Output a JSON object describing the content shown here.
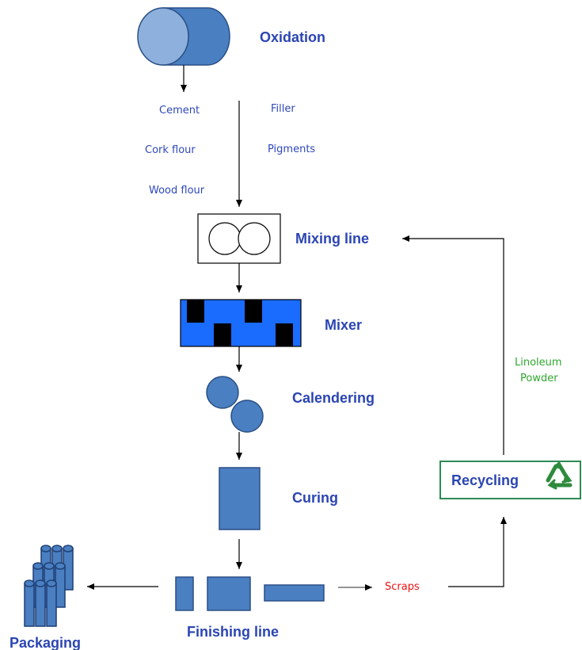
{
  "stages": {
    "oxidation": "Oxidation",
    "mixing_line": "Mixing line",
    "mixer": "Mixer",
    "calendering": "Calendering",
    "curing": "Curing",
    "finishing_line": "Finishing line",
    "packaging": "Packaging",
    "recycling": "Recycling"
  },
  "ingredients": {
    "cement": "Cement",
    "filler": "Filler",
    "cork_flour": "Cork flour",
    "pigments": "Pigments",
    "wood_flour": "Wood flour"
  },
  "side_labels": {
    "linoleum": "Linoleum",
    "powder": "Powder",
    "scraps": "Scraps"
  },
  "colors": {
    "shape_fill": "#4a7fc1",
    "shape_light": "#8eb0dc",
    "shape_stroke": "#2a4f85",
    "mixer_fill": "#1a6cff",
    "label_blue": "#2b45b3",
    "recycling_border": "#2e8b57",
    "recycle_icon": "#2e8b3d",
    "scraps_red": "#ee1111",
    "linoleum_green": "#2fa82f"
  },
  "icons": [
    "recycle-icon",
    "packaging-cylinders-icon"
  ]
}
